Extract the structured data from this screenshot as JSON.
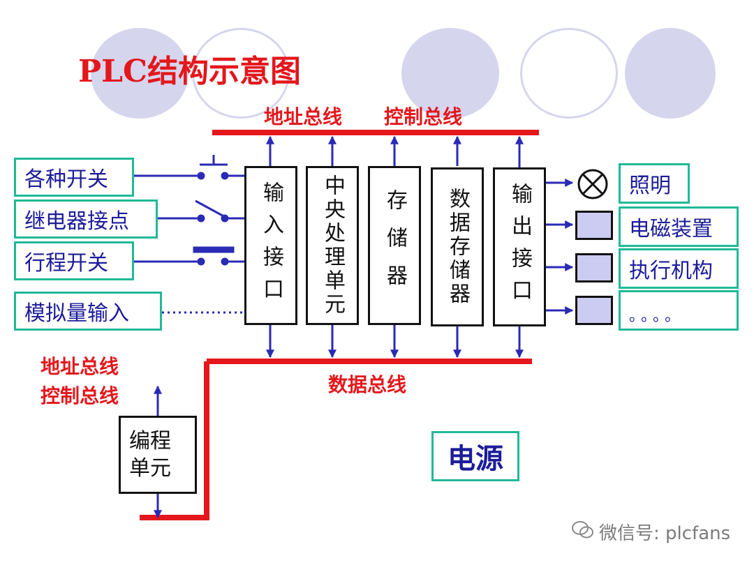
{
  "title": "PLC结构示意图",
  "bus_labels": {
    "top_address": "地址总线",
    "top_control": "控制总线",
    "data_bus": "数据总线",
    "left_address": "地址总线",
    "left_control": "控制总线"
  },
  "inputs": [
    {
      "label": "各种开关"
    },
    {
      "label": "继电器接点"
    },
    {
      "label": "行程开关"
    },
    {
      "label": "模拟量输入"
    }
  ],
  "modules": [
    {
      "label": "输入接口"
    },
    {
      "label": "中央处理单元"
    },
    {
      "label": "存储器"
    },
    {
      "label": "数据存储器"
    },
    {
      "label": "输出接口"
    }
  ],
  "outputs": [
    {
      "label": "照明"
    },
    {
      "label": "电磁装置"
    },
    {
      "label": "执行机构"
    },
    {
      "label": "。。。。"
    }
  ],
  "programming_unit": {
    "line1": "编程",
    "line2": "单元"
  },
  "power": "电源",
  "watermark": "微信号: plcfans",
  "colors": {
    "bus_red": "#e3171c",
    "arrow_blue": "#2a2ab5",
    "box_teal": "#20b998",
    "text_blue": "#1c1c9a"
  }
}
